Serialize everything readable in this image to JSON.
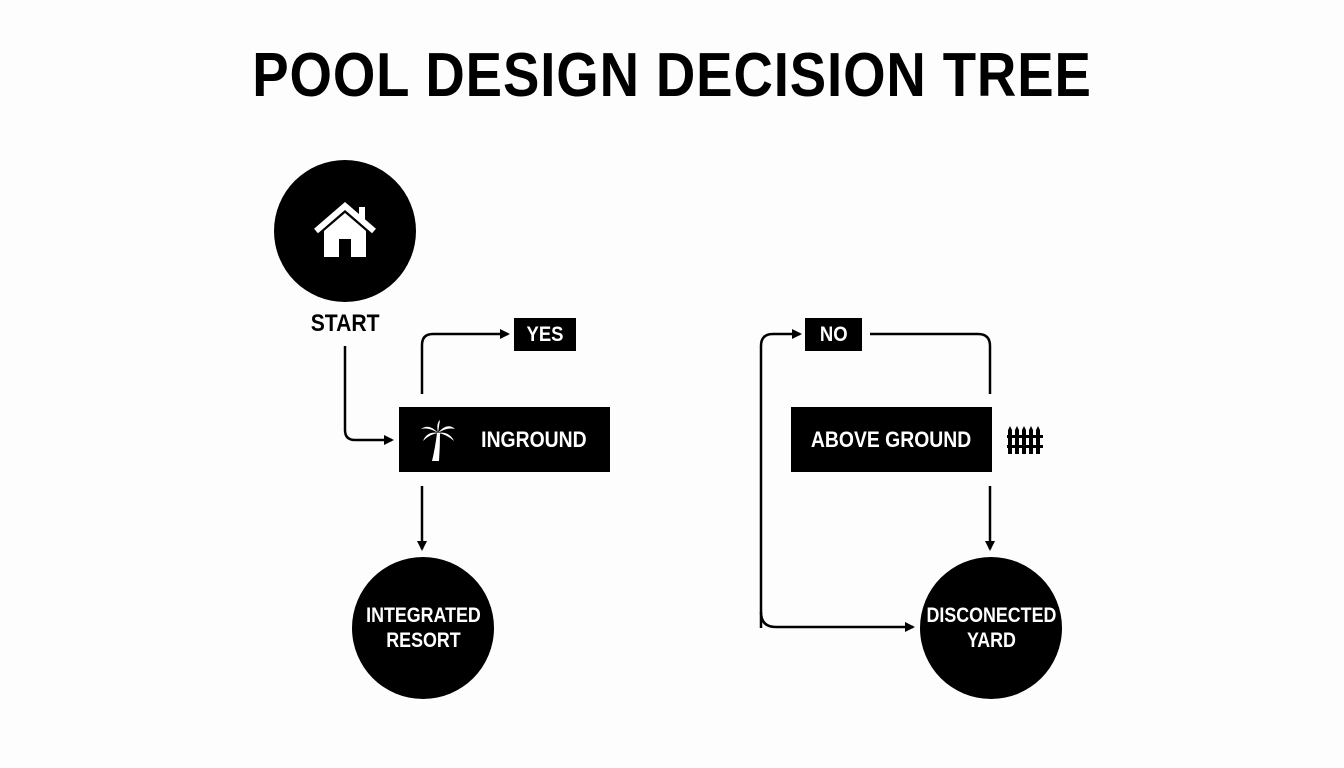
{
  "title": "POOL DESIGN DECISION TREE",
  "nodes": {
    "start": {
      "label": "START",
      "icon": "house-icon"
    },
    "yes": {
      "label": "YES"
    },
    "no": {
      "label": "NO"
    },
    "inground": {
      "label": "INGROUND",
      "icon": "palm-tree-icon"
    },
    "above_ground": {
      "label": "ABOVE GROUND",
      "icon": "fence-icon"
    },
    "integrated_resort": {
      "line1": "INTEGRATED",
      "line2": "RESORT"
    },
    "disconnected_yard": {
      "line1": "DISCONECTED",
      "line2": "YARD"
    }
  },
  "edges": [
    {
      "from": "start",
      "to": "inground"
    },
    {
      "from": "inground",
      "to": "yes"
    },
    {
      "from": "inground",
      "to": "integrated_resort"
    },
    {
      "from": "above_ground",
      "to": "no"
    },
    {
      "from": "no",
      "to": "disconnected_yard"
    },
    {
      "from": "above_ground",
      "to": "disconnected_yard"
    }
  ],
  "colors": {
    "background": "#fdfdfd",
    "ink": "#000000",
    "text_on_ink": "#ffffff"
  }
}
